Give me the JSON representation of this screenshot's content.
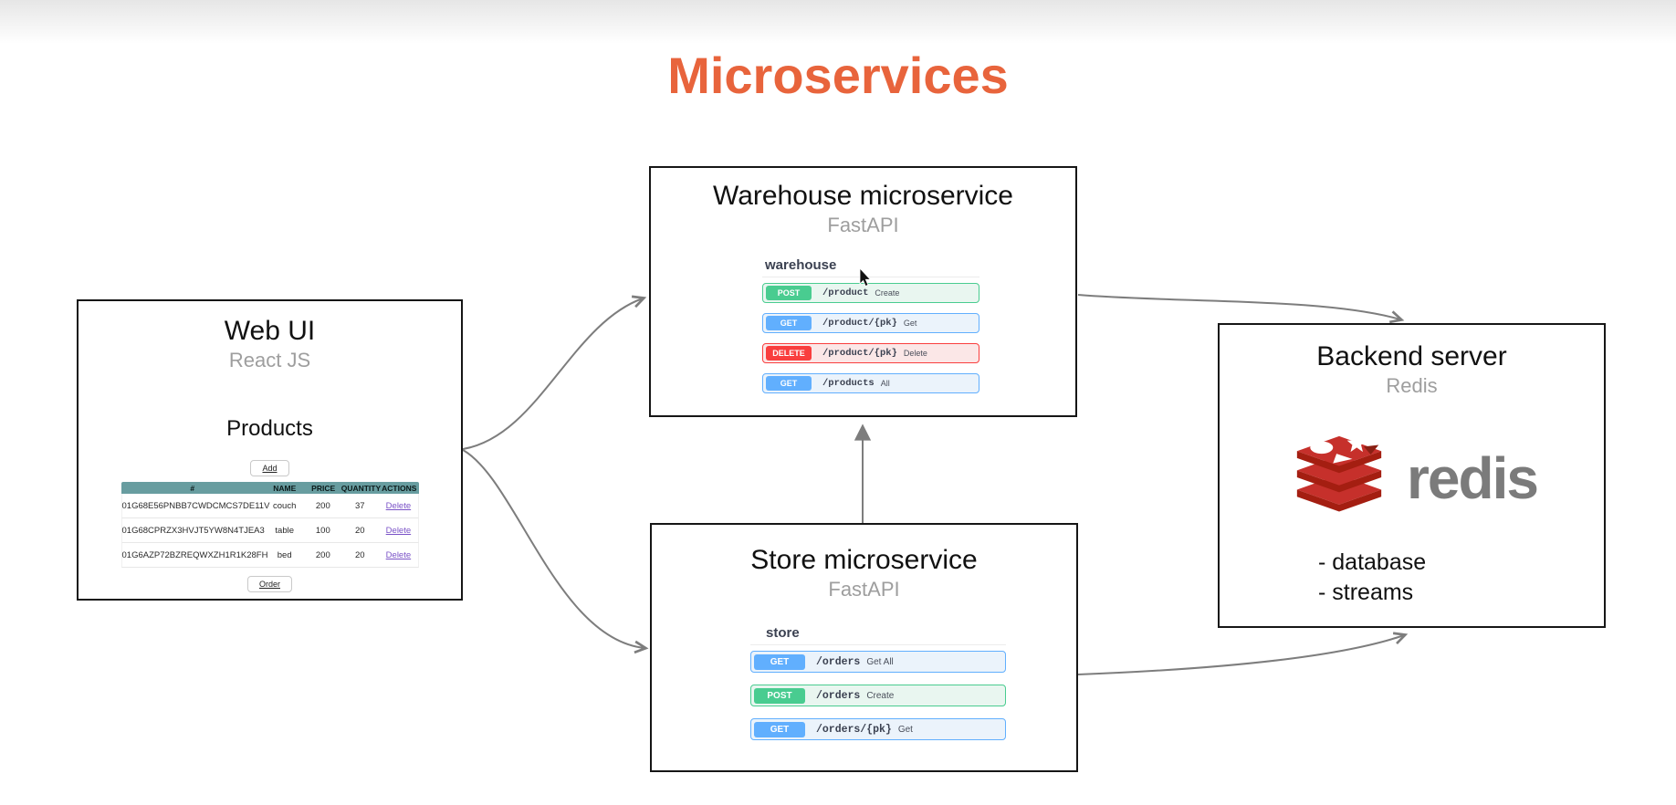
{
  "title": "Microservices",
  "web_ui": {
    "title": "Web UI",
    "subtitle": "React JS",
    "section_title": "Products",
    "add_button": "Add",
    "order_button": "Order",
    "table": {
      "headers": [
        "#",
        "NAME",
        "PRICE",
        "QUANTITY",
        "ACTIONS"
      ],
      "rows": [
        {
          "id": "01G68E56PNBB7CWDCMCS7DE11V",
          "name": "couch",
          "price": "200",
          "quantity": "37",
          "action": "Delete"
        },
        {
          "id": "01G68CPRZX3HVJT5YW8N4TJEA3",
          "name": "table",
          "price": "100",
          "quantity": "20",
          "action": "Delete"
        },
        {
          "id": "01G6AZP72BZREQWXZH1R1K28FH",
          "name": "bed",
          "price": "200",
          "quantity": "20",
          "action": "Delete"
        }
      ]
    }
  },
  "warehouse": {
    "title": "Warehouse microservice",
    "subtitle": "FastAPI",
    "tag": "warehouse",
    "endpoints": [
      {
        "method": "POST",
        "path": "/product",
        "desc": "Create",
        "color": "green"
      },
      {
        "method": "GET",
        "path": "/product/{pk}",
        "desc": "Get",
        "color": "blue"
      },
      {
        "method": "DELETE",
        "path": "/product/{pk}",
        "desc": "Delete",
        "color": "red"
      },
      {
        "method": "GET",
        "path": "/products",
        "desc": "All",
        "color": "blue"
      }
    ]
  },
  "store": {
    "title": "Store microservice",
    "subtitle": "FastAPI",
    "tag": "store",
    "endpoints": [
      {
        "method": "GET",
        "path": "/orders",
        "desc": "Get All",
        "color": "blue"
      },
      {
        "method": "POST",
        "path": "/orders",
        "desc": "Create",
        "color": "green"
      },
      {
        "method": "GET",
        "path": "/orders/{pk}",
        "desc": "Get",
        "color": "blue"
      }
    ]
  },
  "backend": {
    "title": "Backend server",
    "subtitle": "Redis",
    "logo_text": "redis",
    "features": [
      "- database",
      "- streams"
    ]
  },
  "colors": {
    "title_accent": "#e8643c",
    "subtitle_gray": "#9e9e9e",
    "table_header_teal": "#689da0",
    "delete_link_purple": "#7a52c7",
    "method_get_blue": "#61affe",
    "method_post_green": "#49cc90",
    "method_delete_red": "#f93e3e",
    "redis_red": "#c6302b",
    "redis_dark_red": "#a41e11",
    "redis_wordmark_gray": "#7b7b7b",
    "arrow_gray": "#7d7d7d"
  }
}
